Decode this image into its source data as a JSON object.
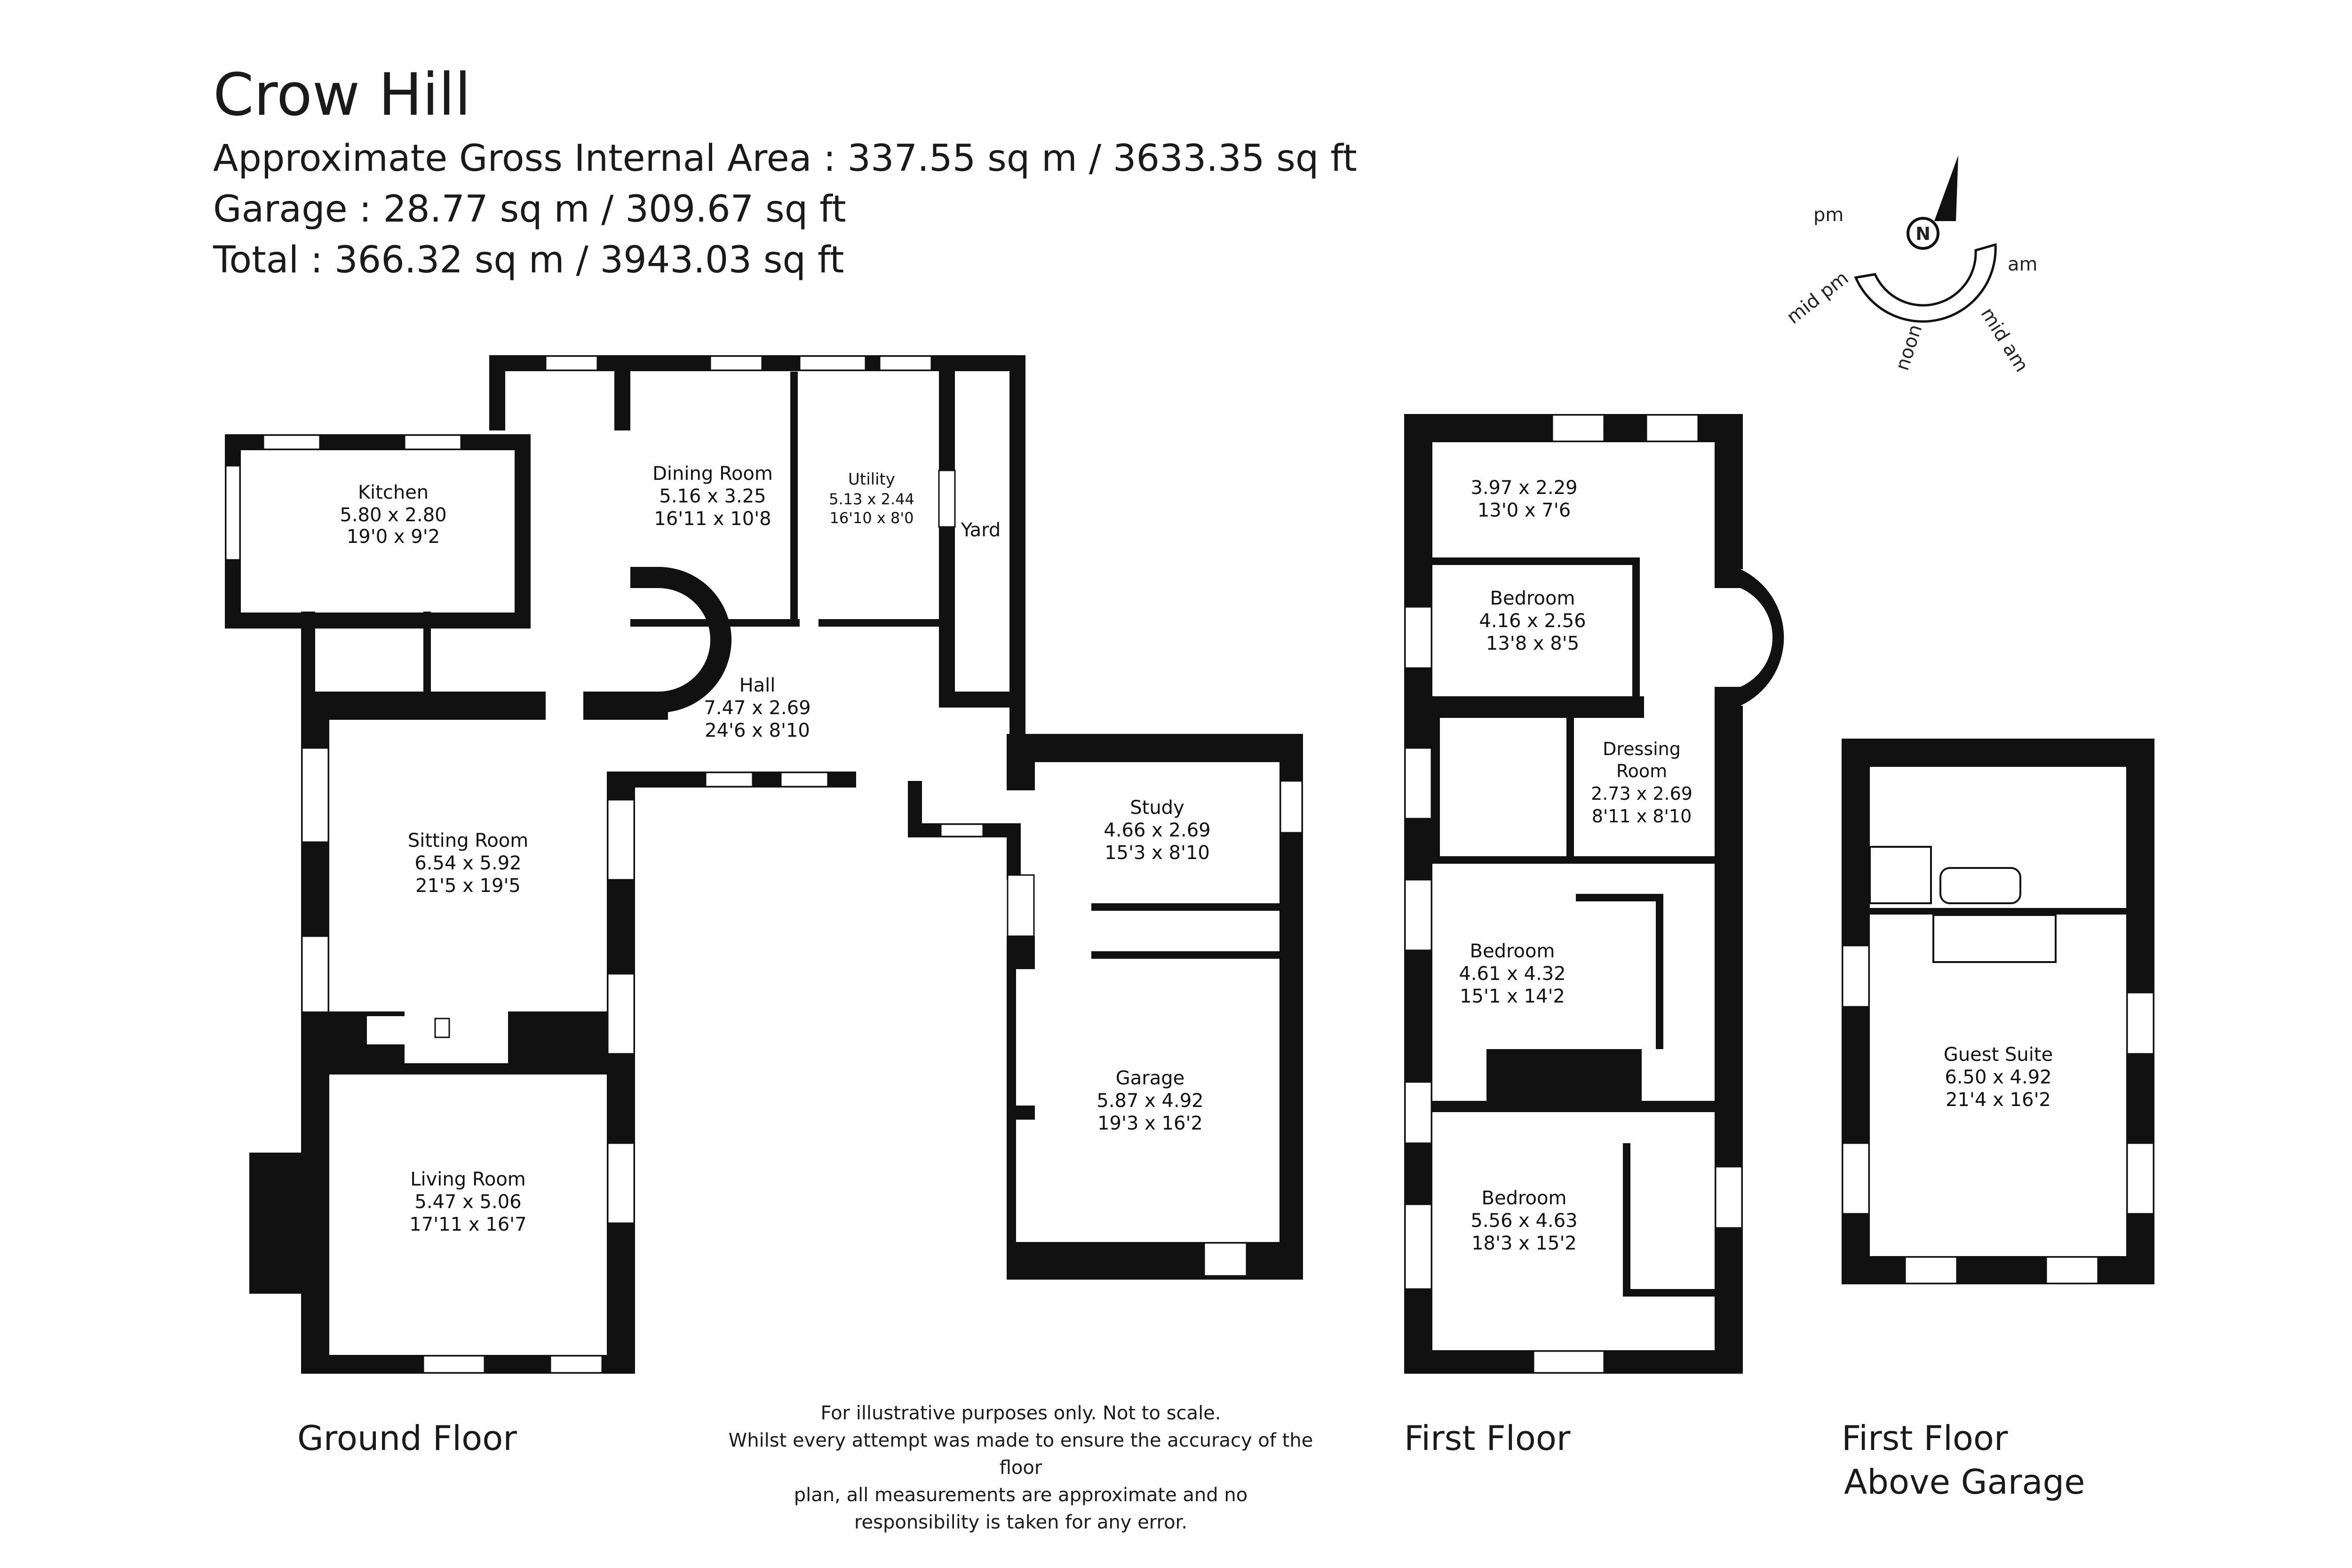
{
  "header": {
    "title": "Crow Hill",
    "gross_internal_area": "Approximate Gross Internal Area : 337.55 sq m / 3633.35 sq ft",
    "garage_area": "Garage : 28.77 sq m / 309.67 sq ft",
    "total_area": "Total : 366.32 sq m / 3943.03 sq ft"
  },
  "compass": {
    "north": "N",
    "labels": {
      "pm": "pm",
      "mid_pm": "mid pm",
      "noon": "noon",
      "mid_am": "mid am",
      "am": "am"
    }
  },
  "floors": {
    "ground": {
      "label": "Ground Floor",
      "rooms": {
        "kitchen": {
          "name": "Kitchen",
          "metric": "5.80 x 2.80",
          "imperial": "19'0 x 9'2"
        },
        "dining": {
          "name": "Dining Room",
          "metric": "5.16 x 3.25",
          "imperial": "16'11 x 10'8"
        },
        "utility": {
          "name": "Utility",
          "metric": "5.13 x 2.44",
          "imperial": "16'10 x 8'0"
        },
        "yard": {
          "name": "Yard"
        },
        "hall": {
          "name": "Hall",
          "metric": "7.47 x 2.69",
          "imperial": "24'6 x 8'10"
        },
        "sitting": {
          "name": "Sitting Room",
          "metric": "6.54 x 5.92",
          "imperial": "21'5 x 19'5"
        },
        "study": {
          "name": "Study",
          "metric": "4.66 x 2.69",
          "imperial": "15'3 x 8'10"
        },
        "garage": {
          "name": "Garage",
          "metric": "5.87 x 4.92",
          "imperial": "19'3 x 16'2"
        },
        "living": {
          "name": "Living Room",
          "metric": "5.47 x 5.06",
          "imperial": "17'11 x 16'7"
        }
      }
    },
    "first": {
      "label": "First Floor",
      "rooms": {
        "bedroom_small": {
          "metric": "3.97 x 2.29",
          "imperial": "13'0 x 7'6"
        },
        "bedroom1": {
          "name": "Bedroom",
          "metric": "4.16 x 2.56",
          "imperial": "13'8 x 8'5"
        },
        "dressing": {
          "name_line1": "Dressing",
          "name_line2": "Room",
          "metric": "2.73 x 2.69",
          "imperial": "8'11 x 8'10"
        },
        "bedroom2": {
          "name": "Bedroom",
          "metric": "4.61 x 4.32",
          "imperial": "15'1 x 14'2"
        },
        "bedroom3": {
          "name": "Bedroom",
          "metric": "5.56 x 4.63",
          "imperial": "18'3 x 15'2"
        }
      }
    },
    "above_garage": {
      "label_line1": "First Floor",
      "label_line2": "Above Garage",
      "rooms": {
        "guest": {
          "name": "Guest Suite",
          "metric": "6.50 x 4.92",
          "imperial": "21'4 x 16'2"
        }
      }
    }
  },
  "disclaimer": {
    "line1": "For illustrative purposes only. Not to scale.",
    "line2": "Whilst every attempt was made to ensure the accuracy of the floor",
    "line3": "plan, all measurements are approximate and no",
    "line4": "responsibility is taken for any error."
  }
}
